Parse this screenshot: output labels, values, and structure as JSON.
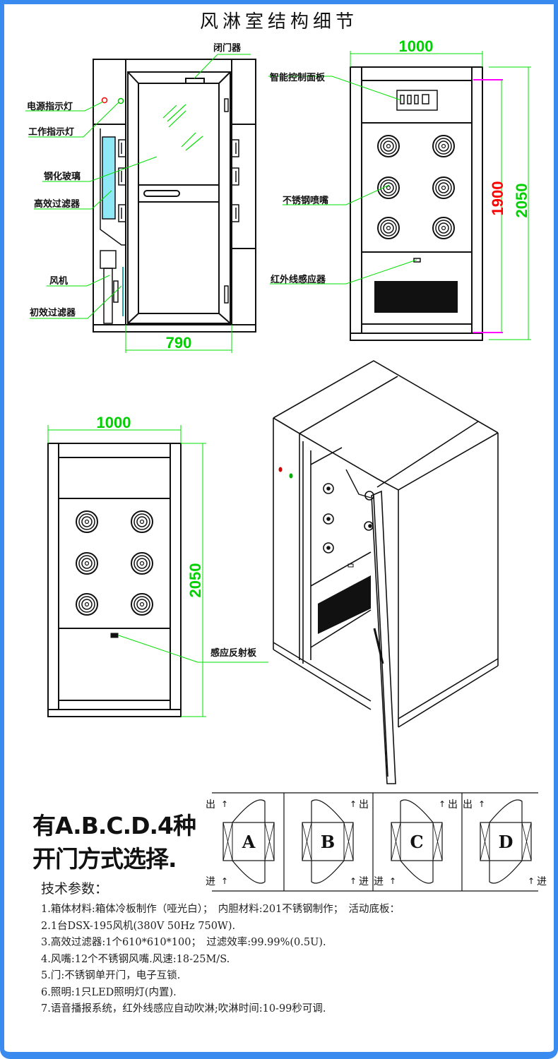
{
  "title": "风淋室结构细节",
  "colors": {
    "frame": "#3a8bf0",
    "dimension_green": "#00e000",
    "dimension_red": "#ff0000",
    "magenta": "#ff00ff",
    "filter_cyan": "#8ee8f5"
  },
  "front_section_view": {
    "labels": {
      "door_closer": "闭门器",
      "power_indicator": "电源指示灯",
      "work_indicator": "工作指示灯",
      "tempered_glass": "钢化玻璃",
      "hepa_filter": "高效过滤器",
      "fan": "风机",
      "primary_filter": "初效过滤器"
    },
    "dimension_width": "790"
  },
  "inner_view": {
    "labels": {
      "control_panel": "智能控制面板",
      "nozzle": "不锈钢喷嘴",
      "ir_sensor": "红外线感应器"
    },
    "dimension_width": "1000",
    "dimension_inner_height": "1900",
    "dimension_height": "2050",
    "nozzle_count": 6
  },
  "side_view": {
    "labels": {
      "reflector": "感应反射板"
    },
    "dimension_width": "1000",
    "dimension_height": "2050",
    "nozzle_count": 6
  },
  "door_options": {
    "headline_line1": "有A.B.C.D.4种",
    "headline_line2": "开门方式选择.",
    "options": [
      {
        "letter": "A",
        "out_label": "出",
        "in_label": "进"
      },
      {
        "letter": "B",
        "out_label": "出",
        "in_label": "进"
      },
      {
        "letter": "C",
        "out_label": "出",
        "in_label": "进"
      },
      {
        "letter": "D",
        "out_label": "出",
        "in_label": "进"
      }
    ]
  },
  "tech_params": {
    "title": "技术参数：",
    "items": [
      "1.箱体材料:箱体冷板制作（哑光白）；　内胆材料:201不锈钢制作；　活动底板：",
      "2.1台DSX-195风机(380V 50Hz 750W).",
      "3.高效过滤器:1个610*610*100；　过滤效率:99.99%(0.5U).",
      "4.风嘴:12个不锈钢风嘴.风速:18-25M/S.",
      "5.门:不锈钢单开门，电子互锁.",
      "6.照明:1只LED照明灯(内置).",
      "7.语音播报系统，红外线感应自动吹淋;吹淋时间:10-99秒可调."
    ]
  }
}
